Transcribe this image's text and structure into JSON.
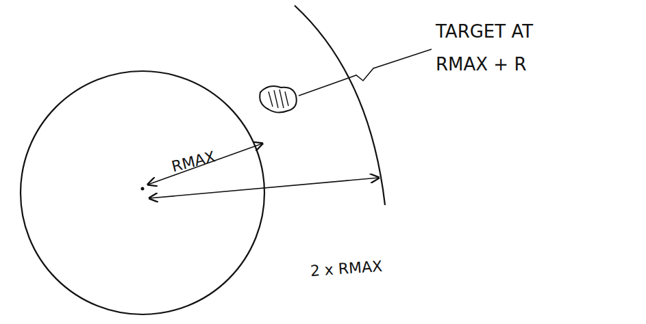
{
  "diagram": {
    "labels": [
      "RMAX",
      "2 x RMAX",
      "TARGET AT RMAX + R"
    ]
  }
}
